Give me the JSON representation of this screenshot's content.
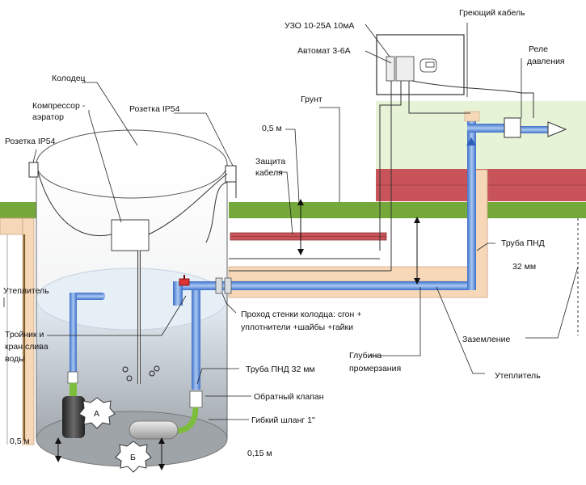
{
  "labels": {
    "well": "Колодец",
    "compressor_line1": "Компрессор -",
    "compressor_line2": "аэратор",
    "socket_ip54_top": "Розетка IP54",
    "socket_ip54_left": "Розетка IP54",
    "uzo": "УЗО  10-25А 10мА",
    "breaker": "Автомат 3-6А",
    "heating_cable": "Греющий  кабель",
    "pressure_relay_line1": "Реле",
    "pressure_relay_line2": "давления",
    "ground": "Грунт",
    "depth_half_m": "0,5 м",
    "cable_protection_line1": "Защита",
    "cable_protection_line2": "кабеля",
    "pipe_pnd": "Труба ПНД",
    "pipe_32mm": "32 мм",
    "insulation_left": "Утеплитель",
    "wall_pass_line1": "Проход стенки колодца: сгон +",
    "wall_pass_line2": "уплотнители +шайбы +гайки",
    "tee_line1": "Тройник и",
    "tee_line2": "кран слива",
    "tee_line3": "воды",
    "grounding": "Заземление",
    "freeze_depth_line1": "Глубина",
    "freeze_depth_line2": "промерзания",
    "insulation_right": "Утеплитель",
    "pipe_pnd_32": "Труба ПНД 32 мм",
    "check_valve": "Обратный клапан",
    "flexible_hose": "Гибкий шланг 1\"",
    "bottom_half_m": "0,5 м",
    "bottom_015_m": "0,15 м",
    "pump_a": "А",
    "pump_b": "Б"
  },
  "colors": {
    "soil_green": "#74a83a",
    "brick_red": "#c8545a",
    "pipe_blue": "#4d7fd6",
    "pipe_blue_light": "#9dc0f0",
    "insulation_peach": "#f6d8b8",
    "water_light": "#dbe7f2",
    "house_green": "#e6f3d6"
  },
  "icons": [
    "electrical-panel-icon",
    "socket-icon",
    "compressor-icon",
    "pump-a-icon",
    "pump-b-icon",
    "check-valve-icon",
    "drain-valve-icon",
    "pressure-relay-icon",
    "flow-arrow-icon",
    "aeration-bubbles-icon"
  ]
}
